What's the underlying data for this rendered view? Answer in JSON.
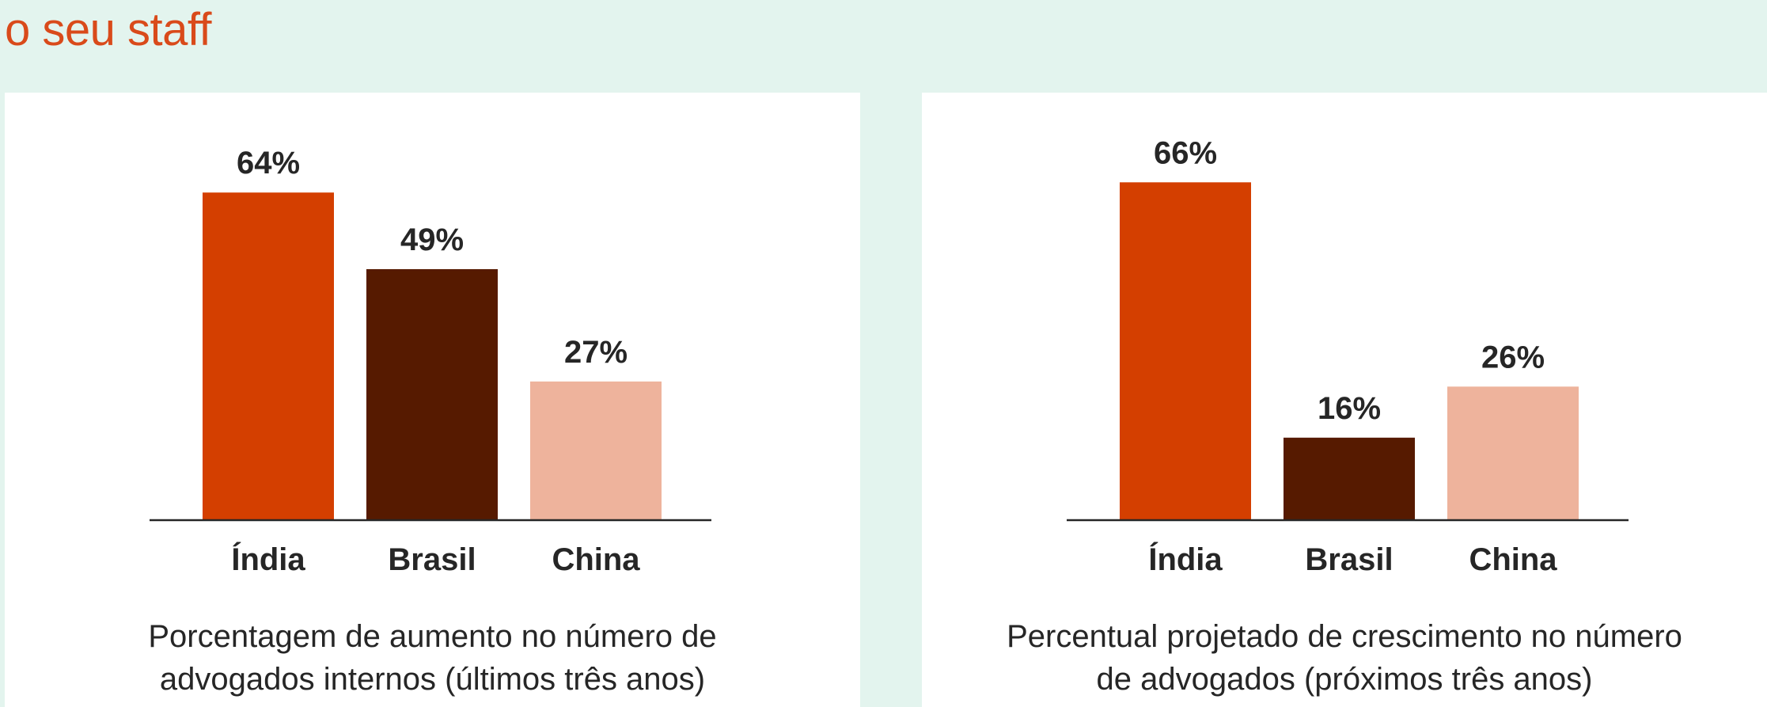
{
  "page": {
    "title": "o seu staff"
  },
  "colors": {
    "background": "#e3f4ee",
    "title": "#d94a1a",
    "bar_india": "#d43f00",
    "bar_brasil": "#561a00",
    "bar_china": "#eeb39c",
    "text": "#262626"
  },
  "chart_data": [
    {
      "type": "bar",
      "categories": [
        "Índia",
        "Brasil",
        "China"
      ],
      "values": [
        64,
        49,
        27
      ],
      "value_labels": [
        "64%",
        "49%",
        "27%"
      ],
      "colors": [
        "#d43f00",
        "#561a00",
        "#eeb39c"
      ],
      "caption_lines": [
        "Porcentagem de aumento no número de",
        "advogados internos (últimos três anos)"
      ],
      "ylim": [
        0,
        100
      ]
    },
    {
      "type": "bar",
      "categories": [
        "Índia",
        "Brasil",
        "China"
      ],
      "values": [
        66,
        16,
        26
      ],
      "value_labels": [
        "66%",
        "16%",
        "26%"
      ],
      "colors": [
        "#d43f00",
        "#561a00",
        "#eeb39c"
      ],
      "caption_lines": [
        "Percentual projetado de crescimento no número",
        "de advogados (próximos três anos)"
      ],
      "ylim": [
        0,
        100
      ]
    }
  ]
}
